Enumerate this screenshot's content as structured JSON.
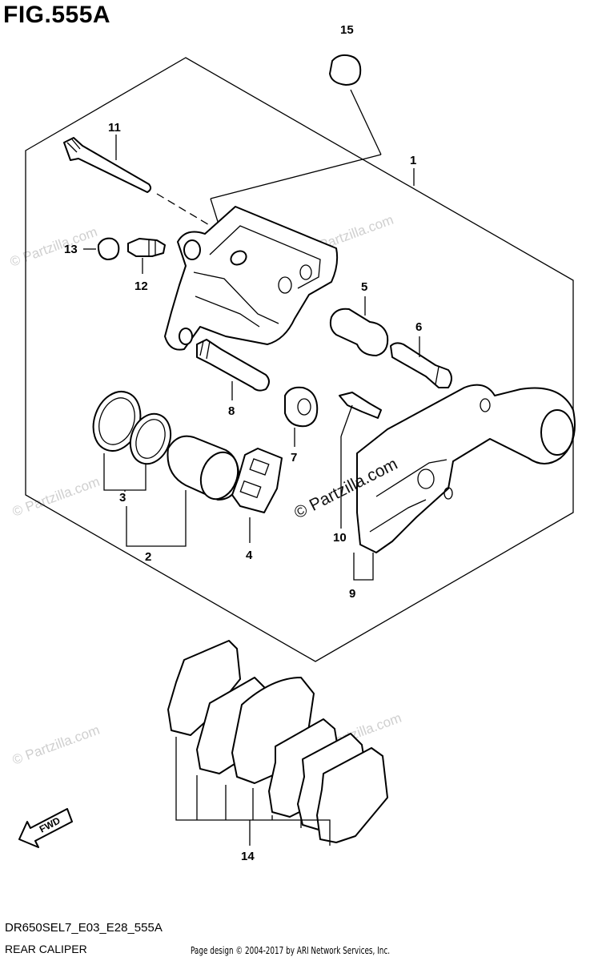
{
  "figure": {
    "title": "FIG.555A",
    "code": "DR650SEL7_E03_E28_555A",
    "caption": "REAR CALIPER",
    "page_design": "Page design © 2004-2017 by ARI Network Services, Inc.",
    "watermark_main": "© Partzilla.com",
    "watermark_faint": "© Partzilla.com",
    "fwd_label": "FWD"
  },
  "callouts": [
    {
      "id": "1",
      "label": "1"
    },
    {
      "id": "2",
      "label": "2"
    },
    {
      "id": "3",
      "label": "3"
    },
    {
      "id": "4",
      "label": "4"
    },
    {
      "id": "5",
      "label": "5"
    },
    {
      "id": "6",
      "label": "6"
    },
    {
      "id": "7",
      "label": "7"
    },
    {
      "id": "8",
      "label": "8"
    },
    {
      "id": "9",
      "label": "9"
    },
    {
      "id": "10",
      "label": "10"
    },
    {
      "id": "11",
      "label": "11"
    },
    {
      "id": "12",
      "label": "12"
    },
    {
      "id": "13",
      "label": "13"
    },
    {
      "id": "14",
      "label": "14"
    },
    {
      "id": "15",
      "label": "15"
    }
  ]
}
